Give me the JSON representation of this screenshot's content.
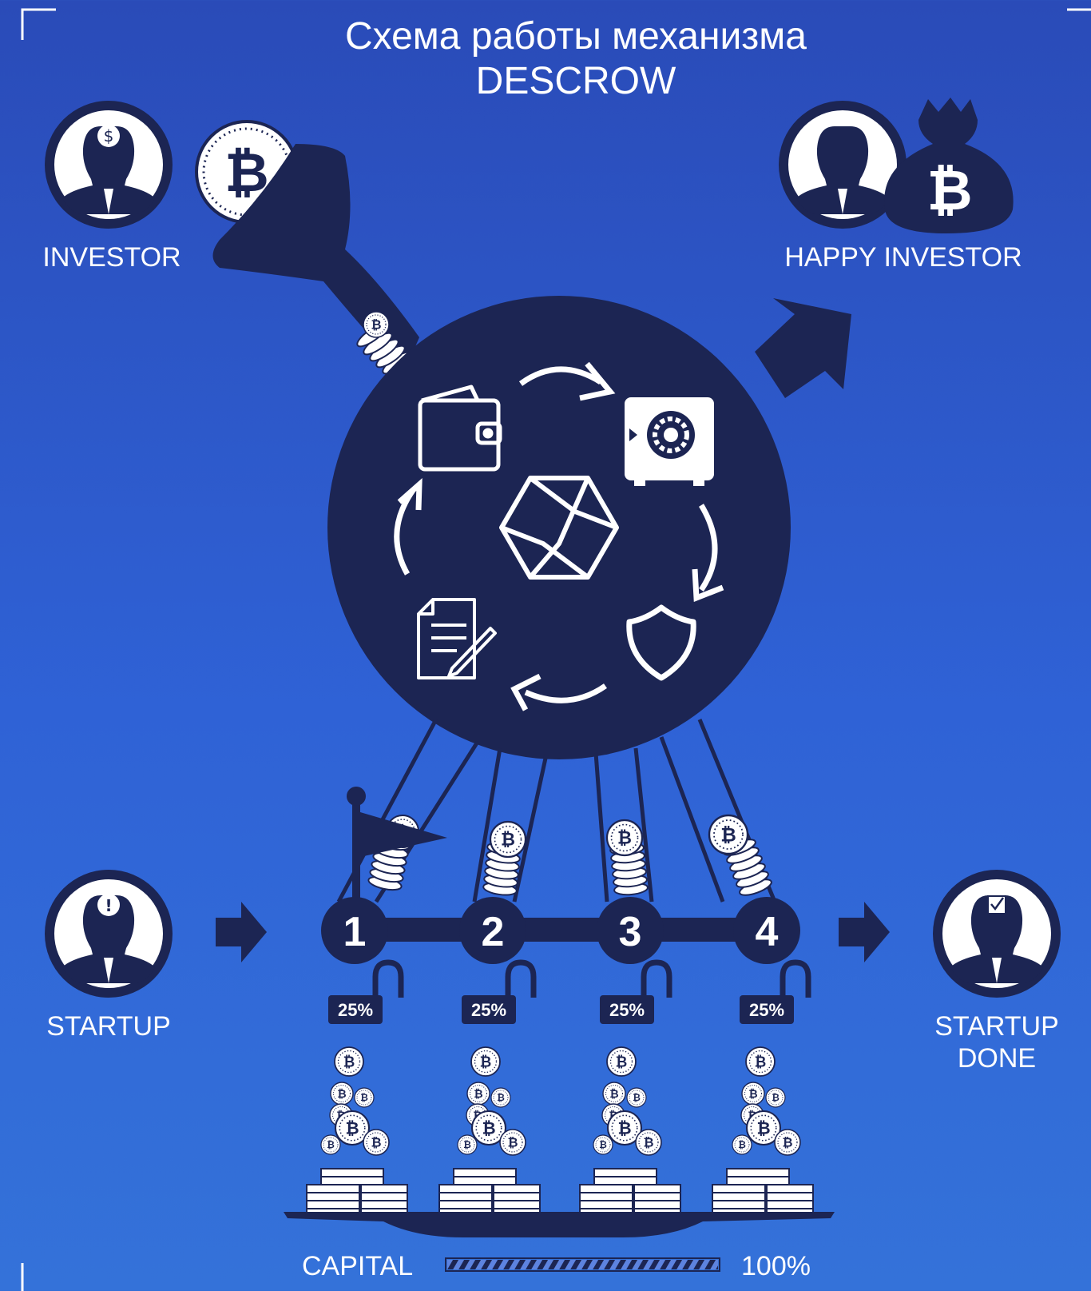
{
  "title": {
    "line1": "Схема работы механизма",
    "line2": "DESCROW"
  },
  "actors": {
    "investor": "INVESTOR",
    "happy_investor": "HAPPY INVESTOR",
    "startup": "STARTUP",
    "startup_done_line1": "STARTUP",
    "startup_done_line2": "DONE"
  },
  "stages": [
    {
      "number": "1",
      "percent": "25%"
    },
    {
      "number": "2",
      "percent": "25%"
    },
    {
      "number": "3",
      "percent": "25%"
    },
    {
      "number": "4",
      "percent": "25%"
    }
  ],
  "capital": {
    "label": "CAPITAL",
    "percent_text": "100%",
    "fill_fraction": 1.0
  },
  "colors": {
    "navy": "#1c2553",
    "white": "#ffffff",
    "background_top": "#2a4bb8",
    "background_bottom": "#3472d9"
  },
  "icons": [
    "investor-icon",
    "bitcoin-coin-icon",
    "funnel-icon",
    "happy-investor-icon",
    "money-bag-icon",
    "wallet-icon",
    "safe-icon",
    "shield-icon",
    "document-icon",
    "descrow-logo-icon",
    "flag-icon",
    "padlock-icon",
    "startup-icon",
    "startup-done-icon"
  ]
}
